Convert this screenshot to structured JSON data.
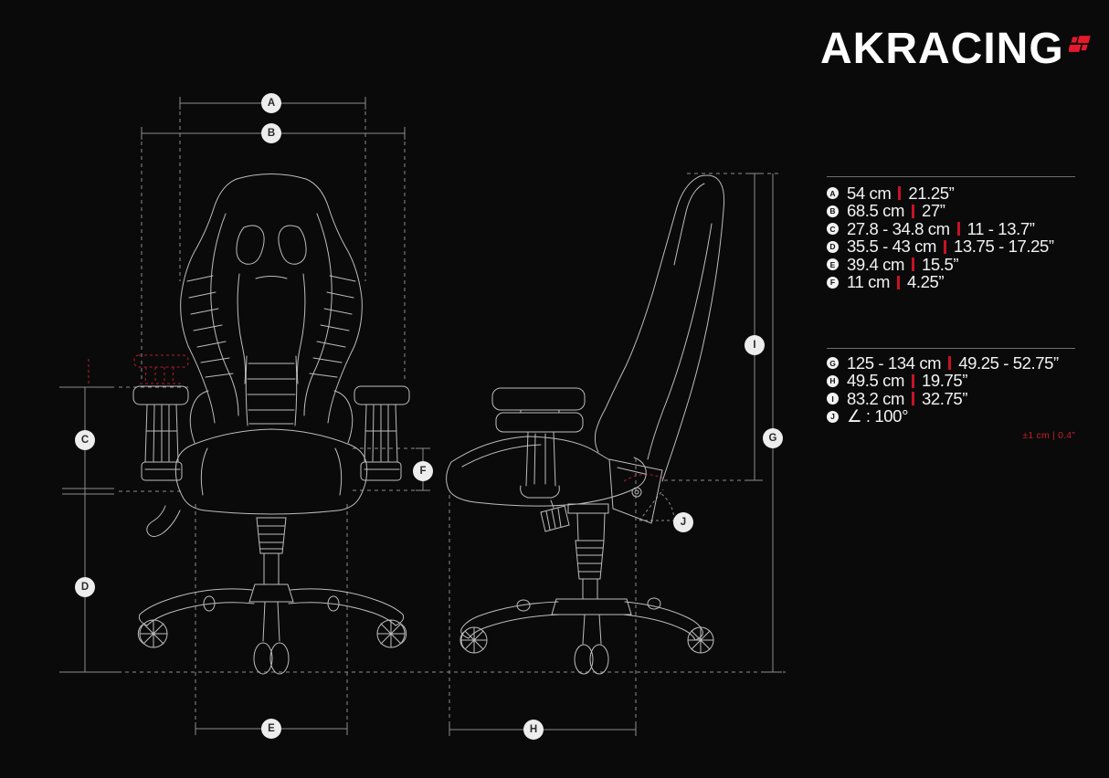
{
  "brand": {
    "name": "AKRACING"
  },
  "colors": {
    "background": "#0a0a0b",
    "chair_line": "#bdbdbd",
    "dimension_line": "#8c8c8c",
    "accent_red": "#c81224",
    "logo_red": "#e8182c",
    "badge_bg": "#ededed",
    "badge_text": "#2b2b2b"
  },
  "diagram": {
    "views": [
      "front view of gaming chair",
      "side view of gaming chair"
    ]
  },
  "specs": {
    "group1": [
      {
        "label": "A",
        "cm": "54 cm",
        "inch": "21.25”"
      },
      {
        "label": "B",
        "cm": "68.5 cm",
        "inch": "27”"
      },
      {
        "label": "C",
        "cm": "27.8 - 34.8 cm",
        "inch": "11 - 13.7”"
      },
      {
        "label": "D",
        "cm": "35.5 - 43 cm",
        "inch": "13.75 - 17.25”"
      },
      {
        "label": "E",
        "cm": "39.4 cm",
        "inch": "15.5”"
      },
      {
        "label": "F",
        "cm": "11 cm",
        "inch": "4.25”"
      }
    ],
    "group2": [
      {
        "label": "G",
        "cm": "125 - 134 cm",
        "inch": "49.25 - 52.75”"
      },
      {
        "label": "H",
        "cm": "49.5 cm",
        "inch": "19.75”"
      },
      {
        "label": "I",
        "cm": "83.2 cm",
        "inch": "32.75”"
      },
      {
        "label": "J",
        "cm": "∠ : 100°",
        "inch": ""
      }
    ],
    "tolerance": "±1 cm | 0.4”"
  }
}
